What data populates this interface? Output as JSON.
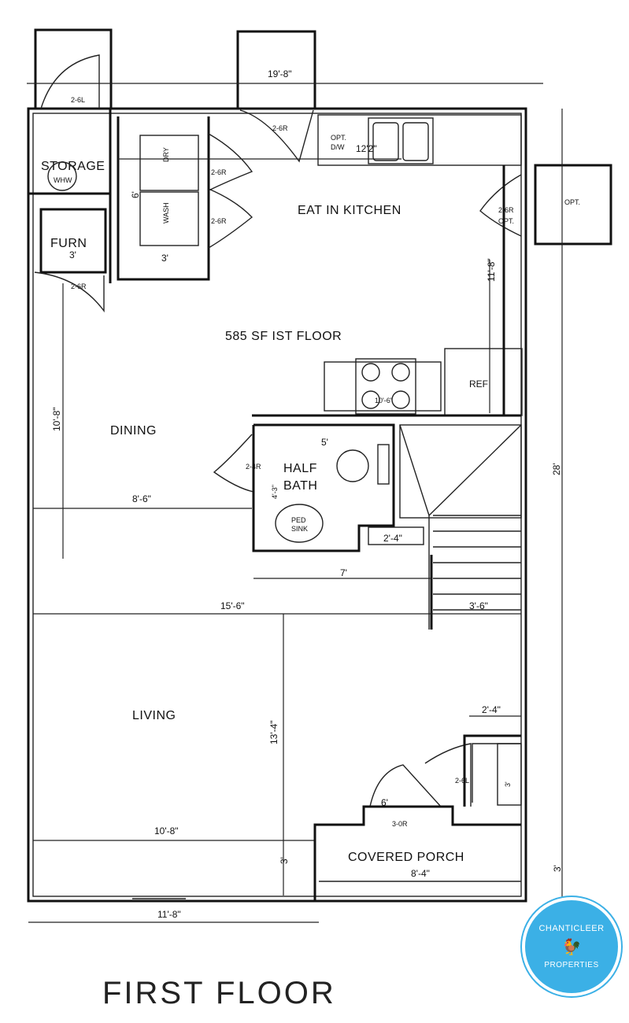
{
  "title": "FIRST FLOOR",
  "area_label": "585 SF IST FLOOR",
  "rooms": {
    "storage": "STORAGE",
    "furn": "FURN",
    "kitchen": "EAT IN KITCHEN",
    "dining": "DINING",
    "half_bath_1": "HALF",
    "half_bath_2": "BATH",
    "living": "LIVING",
    "porch": "COVERED PORCH",
    "ref": "REF",
    "opt": "OPT."
  },
  "fixtures": {
    "dry": "DRY",
    "wash": "WASH",
    "dw_1": "OPT.",
    "dw_2": "D/W",
    "ped_sink_1": "PED",
    "ped_sink_2": "SINK",
    "whw": "WHW"
  },
  "doors": {
    "d_2_6l_top": "2-6L",
    "d_2_6r_top": "2-6R",
    "d_2_6r_a": "2-6R",
    "d_2_6r_b": "2-6R",
    "d_2_6r_c": "2-6R",
    "d_2_6r_opt_1": "2-6R",
    "d_2_6r_opt_2": "OPT.",
    "d_2_4r": "2-4R",
    "d_2_6l_porch": "2-6L",
    "d_3_0r": "3-0R"
  },
  "dimensions": {
    "top_width": "19'-8\"",
    "kitchen_counter": "12'2\"",
    "laundry_h": "6'",
    "laundry_w": "3'",
    "furn_w": "3'",
    "kitchen_depth": "11'-8\"",
    "range": "10'-6\"",
    "dining_h": "10'-8\"",
    "bath_w": "5'",
    "bath_h": "4'-3\"",
    "dining_w": "8'-6\"",
    "closet": "2'-4\"",
    "hall": "7'",
    "full_width": "15'-6\"",
    "stair": "3'-6\"",
    "overall_depth": "28'",
    "living_h": "13'-4\"",
    "closet_w": "2'-4\"",
    "closet_h": "3'",
    "porch_opening": "6'",
    "living_w": "10'-8\"",
    "porch_h": "3'",
    "porch_w": "8'-4\"",
    "right_3": "3'",
    "bottom_width": "11'-8\""
  },
  "logo": {
    "line1": "CHANTICLEER",
    "line2": "PROPERTIES",
    "accent": "#3bb0e6"
  }
}
